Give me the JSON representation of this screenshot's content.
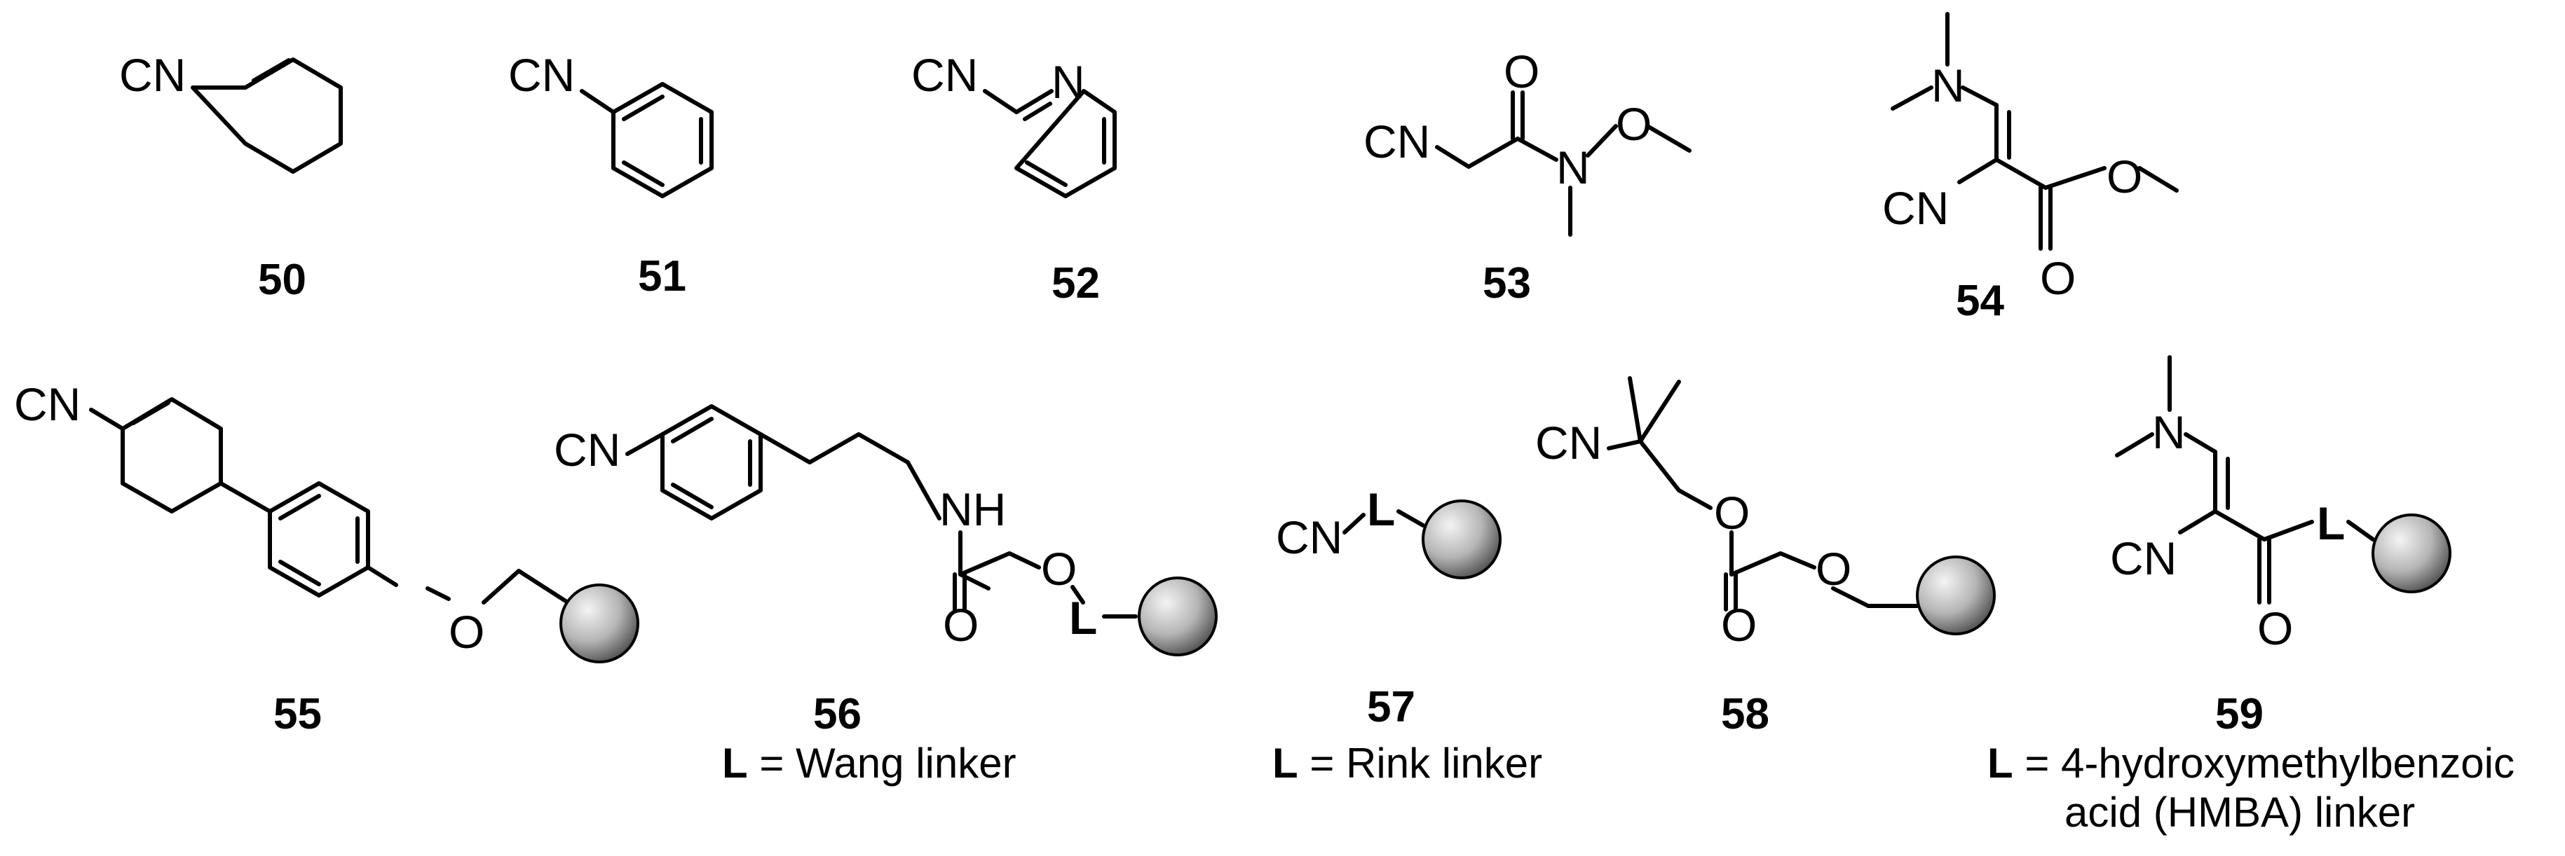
{
  "labels": {
    "cn": "CN",
    "n": "N",
    "o": "O",
    "l": "L",
    "nh": "NH"
  },
  "compounds": {
    "c50": {
      "number": "50"
    },
    "c51": {
      "number": "51"
    },
    "c52": {
      "number": "52"
    },
    "c53": {
      "number": "53"
    },
    "c54": {
      "number": "54"
    },
    "c55": {
      "number": "55"
    },
    "c56": {
      "number": "56",
      "caption_bold": "L",
      "caption_text": " = Wang linker"
    },
    "c57": {
      "number": "57",
      "caption_bold": "L",
      "caption_text": " = Rink linker"
    },
    "c58": {
      "number": "58"
    },
    "c59": {
      "number": "59",
      "caption_bold": "L",
      "caption_text": " = 4-hydroxymethylbenzoic",
      "caption_line2": "acid (HMBA) linker"
    }
  },
  "colors": {
    "ink": "#000000",
    "bead_light": "#f4f4f4",
    "bead_dark": "#4a4a4a"
  },
  "icons": {
    "resin": "resin-bead-icon"
  }
}
